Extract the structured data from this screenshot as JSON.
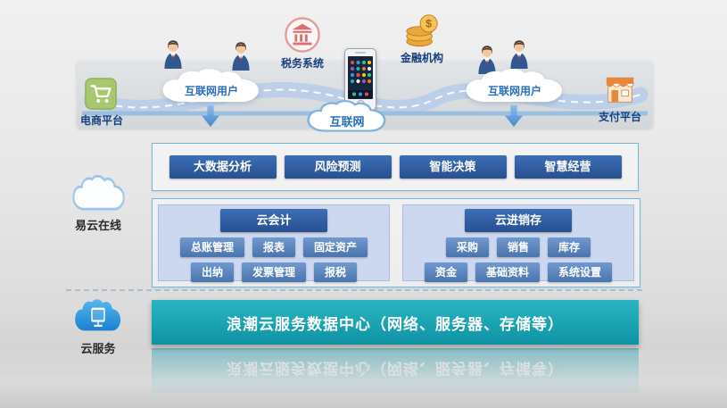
{
  "network_layer": {
    "ecommerce_label": "电商平台",
    "payment_label": "支付平台",
    "tax_system_label": "税务系统",
    "finance_label": "金融机构",
    "internet_label": "互联网",
    "users_left_label": "互联网用户",
    "users_right_label": "互联网用户"
  },
  "yiyun": {
    "section_label": "易云在线",
    "analytics": [
      "大数据分析",
      "风险预测",
      "智能决策",
      "智慧经营"
    ],
    "accounting": {
      "title": "云会计",
      "row1": [
        "总账管理",
        "报表",
        "固定资产"
      ],
      "row2": [
        "出纳",
        "发票管理",
        "报税"
      ]
    },
    "inventory": {
      "title": "云进销存",
      "row1": [
        "采购",
        "销售",
        "库存"
      ],
      "row2": [
        "资金",
        "基础资料",
        "系统设置"
      ]
    }
  },
  "cloud_service": {
    "section_label": "云服务",
    "banner_text": "浪潮云服务数据中心（网络、服务器、存储等）"
  },
  "icons": {
    "ecommerce": "shopping-cart-tile",
    "payment": "storefront",
    "tax_system": "bank-building-circle",
    "finance": "gold-coins",
    "users": "business-person",
    "device": "smartphone",
    "yiyun": "cloud-outline",
    "cloud_service": "cloud-with-monitor",
    "flow": "down-arrow"
  },
  "colors": {
    "dark_blue": "#2c5da8",
    "medium_blue": "#5a83c0",
    "panel_bg": "#ccd8f0",
    "box_border": "#74b7dd",
    "teal": "#14a0b0",
    "label_navy": "#17407e",
    "road_blue": "#b7cde9"
  }
}
